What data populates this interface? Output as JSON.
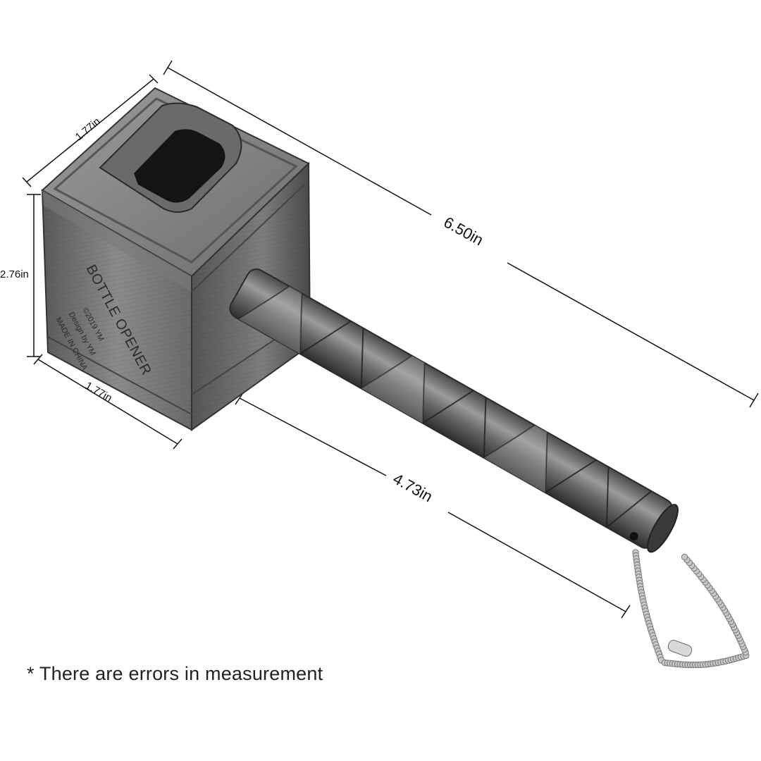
{
  "product": {
    "engraving_line1": "BOTTLE OPENER",
    "engraving_line2": "©2019 YM",
    "engraving_line3": "Design by YM",
    "engraving_line4": "MADE IN CHINA"
  },
  "dimensions": {
    "top_depth": "1.77in",
    "height": "2.76in",
    "bottom_width": "1.77in",
    "overall_length": "6.50in",
    "handle_length": "4.73in"
  },
  "note": "* There are errors in measurement",
  "colors": {
    "metal_light": "#9a9a9a",
    "metal_mid": "#6e6e6e",
    "metal_dark": "#3a3a3a",
    "chain": "#c8c8c8"
  }
}
